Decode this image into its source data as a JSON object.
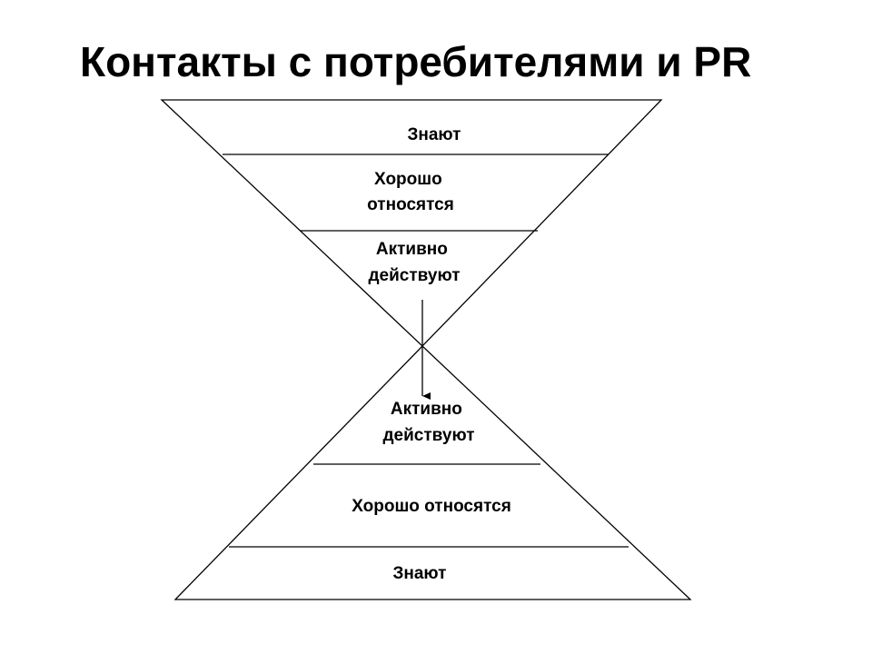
{
  "slide": {
    "title": "Контакты с потребителями и PR"
  },
  "funnel_top": {
    "levels": [
      {
        "lines": [
          "Знают"
        ]
      },
      {
        "lines": [
          "Хорошо",
          "относятся"
        ]
      },
      {
        "lines": [
          "Активно",
          "действуют"
        ]
      }
    ]
  },
  "funnel_bottom": {
    "levels": [
      {
        "lines": [
          "Активно",
          "действуют"
        ]
      },
      {
        "lines": [
          "Хорошо относятся"
        ]
      },
      {
        "lines": [
          "Знают"
        ]
      }
    ]
  },
  "colors": {
    "lines": "#000000",
    "text": "#000000",
    "background": "#ffffff"
  }
}
